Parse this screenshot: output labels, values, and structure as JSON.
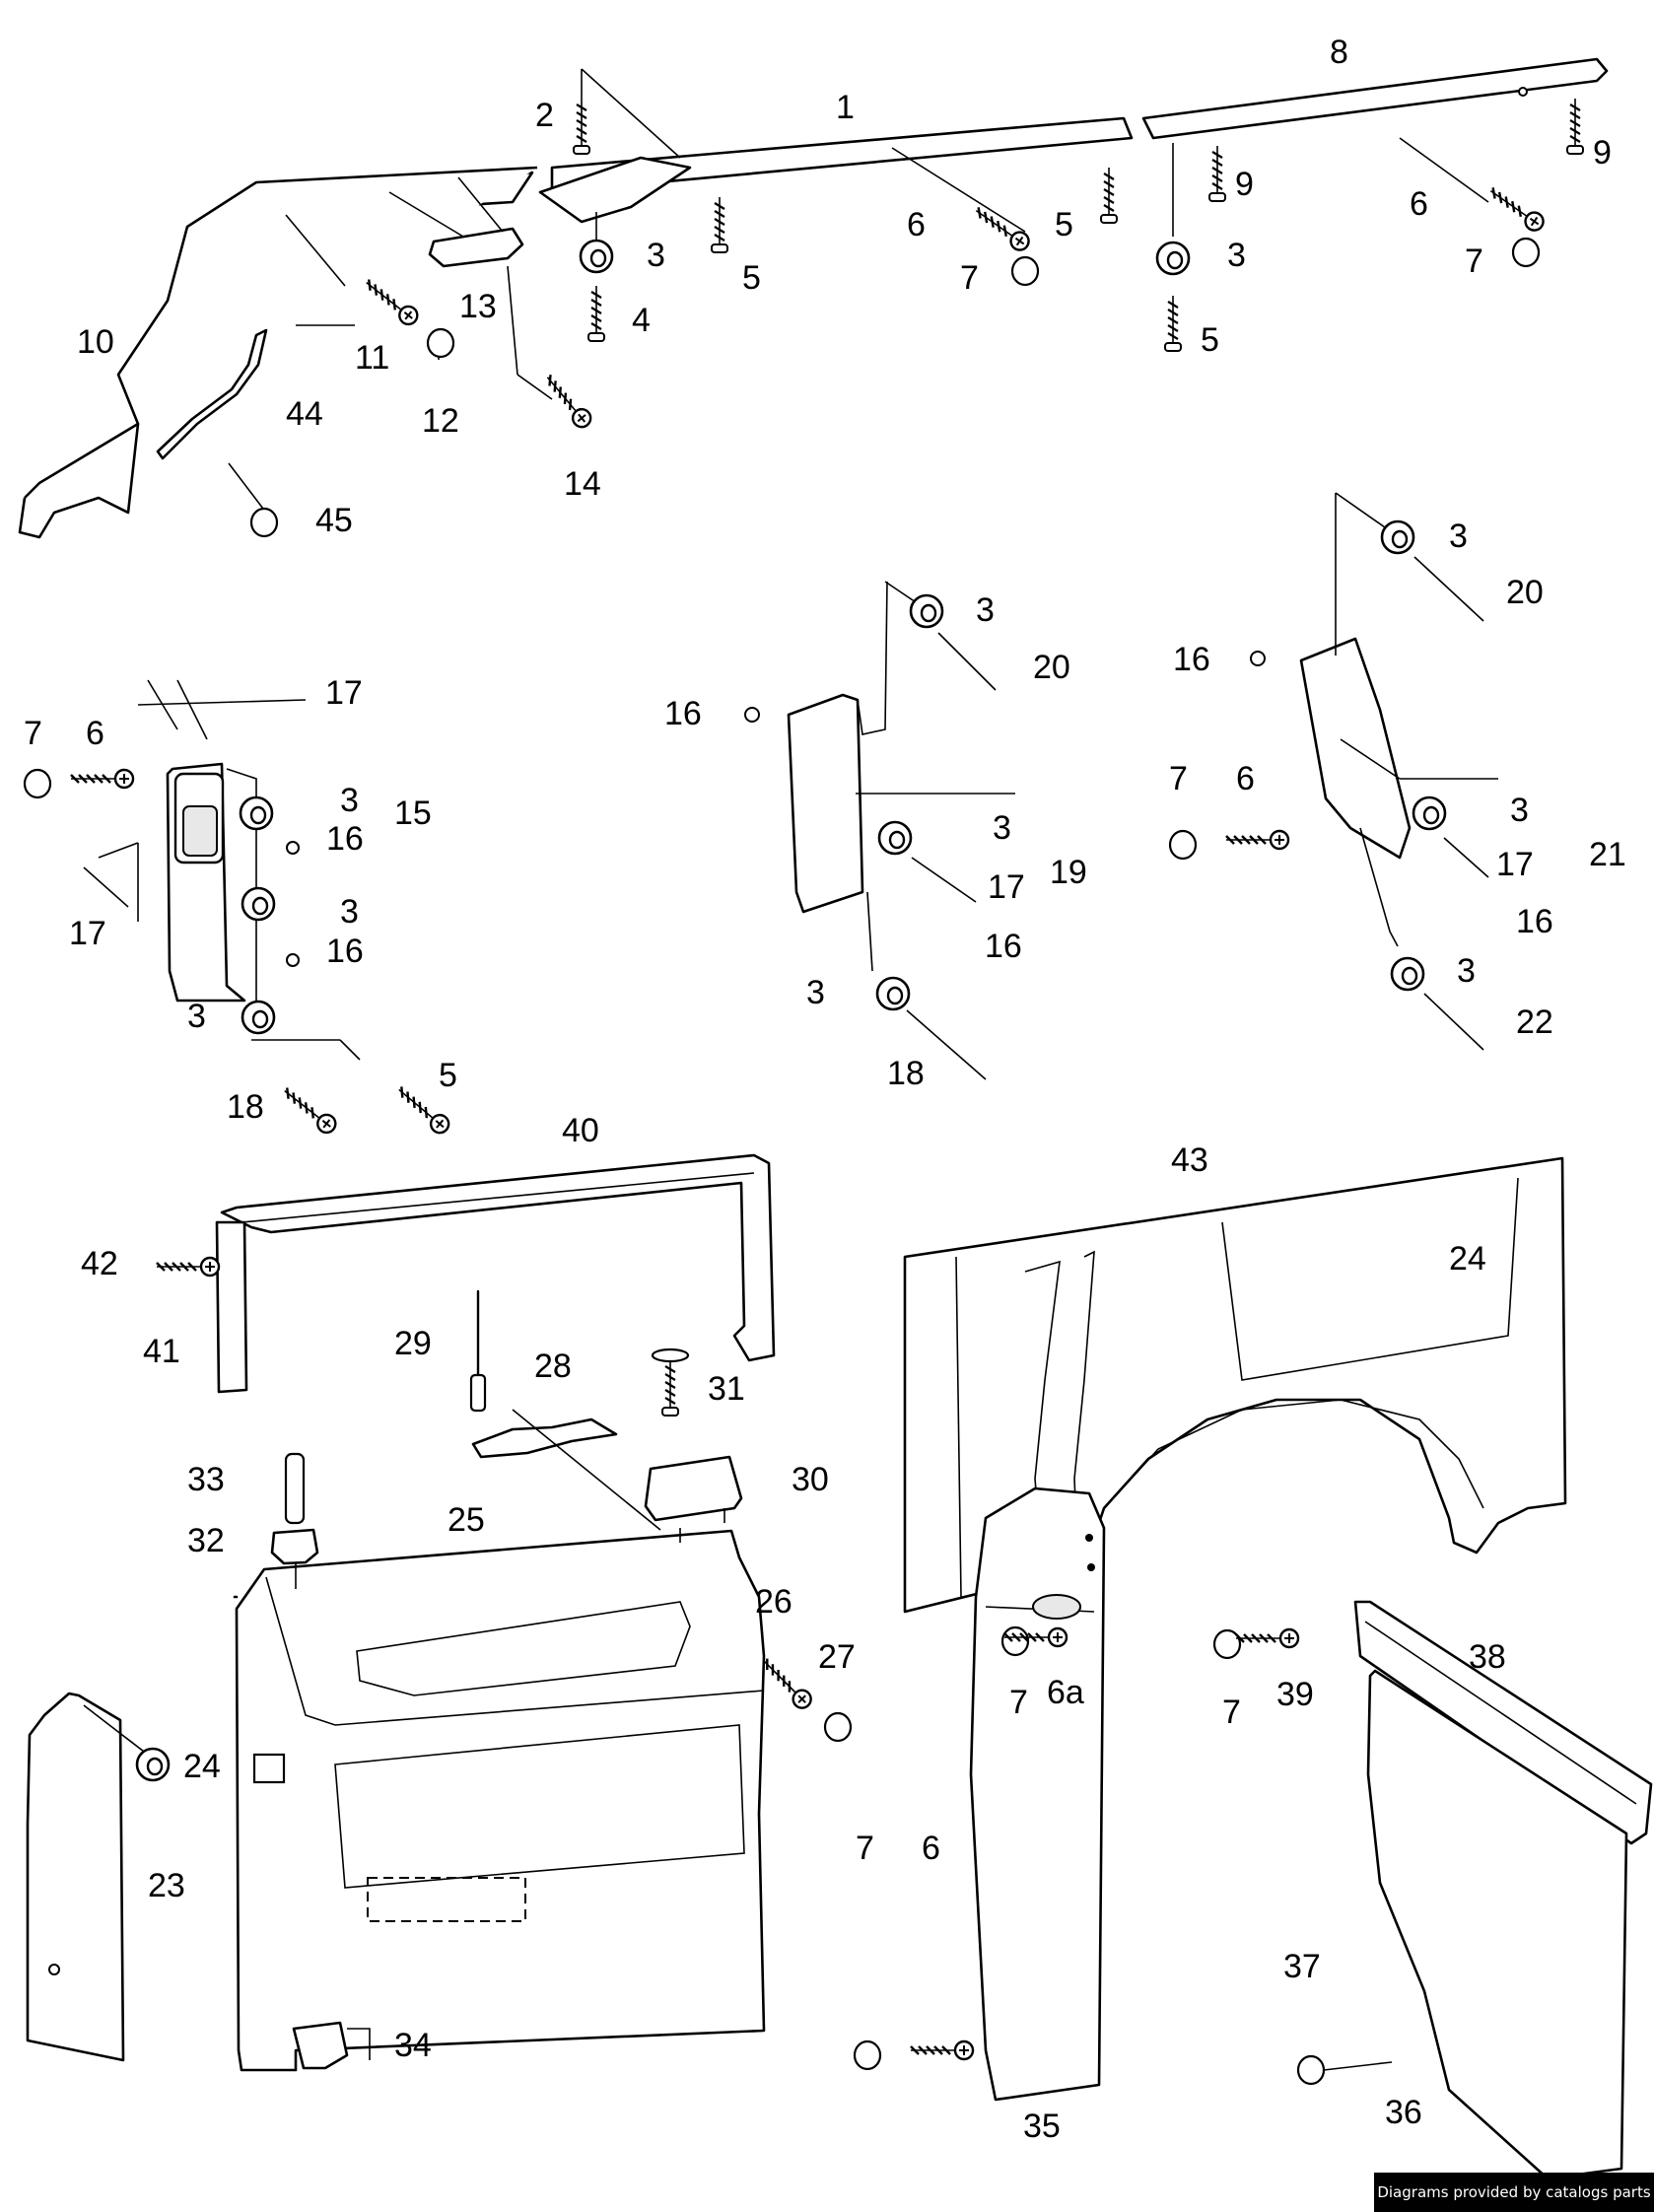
{
  "credit": "Diagrams provided by catalogs parts",
  "callouts": [
    {
      "id": "c1",
      "text": "1"
    },
    {
      "id": "c2",
      "text": "2"
    },
    {
      "id": "c8",
      "text": "8"
    },
    {
      "id": "c3a",
      "text": "3"
    },
    {
      "id": "c4",
      "text": "4"
    },
    {
      "id": "c5a",
      "text": "5"
    },
    {
      "id": "c6a",
      "text": "6"
    },
    {
      "id": "c7a",
      "text": "7"
    },
    {
      "id": "c5b",
      "text": "5"
    },
    {
      "id": "c9a",
      "text": "9"
    },
    {
      "id": "c9b",
      "text": "9"
    },
    {
      "id": "c6b",
      "text": "6"
    },
    {
      "id": "c7b",
      "text": "7"
    },
    {
      "id": "c3b",
      "text": "3"
    },
    {
      "id": "c5c",
      "text": "5"
    },
    {
      "id": "c10",
      "text": "10"
    },
    {
      "id": "c11",
      "text": "11"
    },
    {
      "id": "c12",
      "text": "12"
    },
    {
      "id": "c13",
      "text": "13"
    },
    {
      "id": "c14",
      "text": "14"
    },
    {
      "id": "c44",
      "text": "44"
    },
    {
      "id": "c45",
      "text": "45"
    },
    {
      "id": "c17a",
      "text": "17"
    },
    {
      "id": "c7c",
      "text": "7"
    },
    {
      "id": "c6c",
      "text": "6"
    },
    {
      "id": "c3c",
      "text": "3"
    },
    {
      "id": "c16a",
      "text": "16"
    },
    {
      "id": "c15",
      "text": "15"
    },
    {
      "id": "c17b",
      "text": "17"
    },
    {
      "id": "c3d",
      "text": "3"
    },
    {
      "id": "c16b",
      "text": "16"
    },
    {
      "id": "c3e",
      "text": "3"
    },
    {
      "id": "c18a",
      "text": "18"
    },
    {
      "id": "c5d",
      "text": "5"
    },
    {
      "id": "c3f",
      "text": "3"
    },
    {
      "id": "c20a",
      "text": "20"
    },
    {
      "id": "c16c",
      "text": "16"
    },
    {
      "id": "c3g",
      "text": "3"
    },
    {
      "id": "c17c",
      "text": "17"
    },
    {
      "id": "c19",
      "text": "19"
    },
    {
      "id": "c16d",
      "text": "16"
    },
    {
      "id": "c3h",
      "text": "3"
    },
    {
      "id": "c18b",
      "text": "18"
    },
    {
      "id": "c3i",
      "text": "3"
    },
    {
      "id": "c20b",
      "text": "20"
    },
    {
      "id": "c16e",
      "text": "16"
    },
    {
      "id": "c7d",
      "text": "7"
    },
    {
      "id": "c6d",
      "text": "6"
    },
    {
      "id": "c3j",
      "text": "3"
    },
    {
      "id": "c17d",
      "text": "17"
    },
    {
      "id": "c21",
      "text": "21"
    },
    {
      "id": "c16f",
      "text": "16"
    },
    {
      "id": "c3k",
      "text": "3"
    },
    {
      "id": "c22",
      "text": "22"
    },
    {
      "id": "c40",
      "text": "40"
    },
    {
      "id": "c42",
      "text": "42"
    },
    {
      "id": "c41",
      "text": "41"
    },
    {
      "id": "c29",
      "text": "29"
    },
    {
      "id": "c28",
      "text": "28"
    },
    {
      "id": "c31",
      "text": "31"
    },
    {
      "id": "c30",
      "text": "30"
    },
    {
      "id": "c33",
      "text": "33"
    },
    {
      "id": "c32",
      "text": "32"
    },
    {
      "id": "c25",
      "text": "25"
    },
    {
      "id": "c26",
      "text": "26"
    },
    {
      "id": "c27",
      "text": "27"
    },
    {
      "id": "c24a",
      "text": "24"
    },
    {
      "id": "c23",
      "text": "23"
    },
    {
      "id": "c34",
      "text": "34"
    },
    {
      "id": "c43",
      "text": "43"
    },
    {
      "id": "c24b",
      "text": "24"
    },
    {
      "id": "c7e",
      "text": "7"
    },
    {
      "id": "c6ax",
      "text": "6a"
    },
    {
      "id": "c7f",
      "text": "7"
    },
    {
      "id": "c39",
      "text": "39"
    },
    {
      "id": "c38",
      "text": "38"
    },
    {
      "id": "c7g",
      "text": "7"
    },
    {
      "id": "c6e",
      "text": "6"
    },
    {
      "id": "c35",
      "text": "35"
    },
    {
      "id": "c37",
      "text": "37"
    },
    {
      "id": "c36",
      "text": "36"
    }
  ]
}
